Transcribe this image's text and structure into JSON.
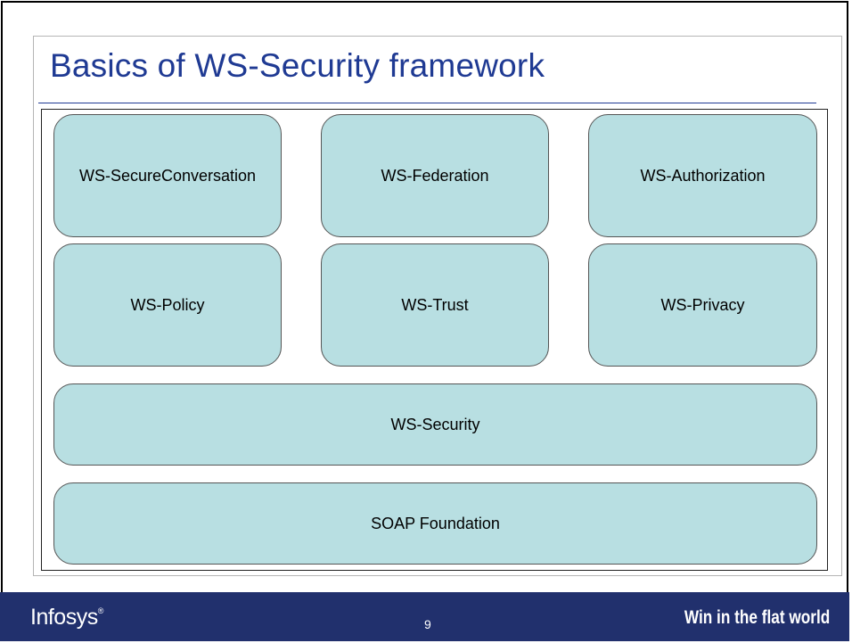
{
  "slide": {
    "title": "Basics of WS-Security framework"
  },
  "diagram": {
    "row1": [
      "WS-SecureConversation",
      "WS-Federation",
      "WS-Authorization"
    ],
    "row2": [
      "WS-Policy",
      "WS-Trust",
      "WS-Privacy"
    ],
    "security_layer": "WS-Security",
    "foundation_layer": "SOAP Foundation",
    "box_fill_color": "#b8dfe2",
    "title_color": "#1f3a93"
  },
  "footer": {
    "logo": "Infosys",
    "logo_mark": "®",
    "page_number": "9",
    "tagline": "Win in the flat world",
    "background_color": "#21306d"
  }
}
